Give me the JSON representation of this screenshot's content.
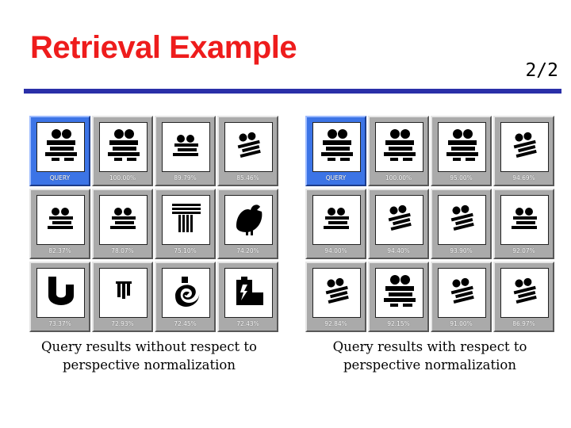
{
  "slide": {
    "title": "Retrieval Example",
    "page_number": "2/2",
    "rule_color": "#2a2fa8",
    "title_color": "#ee1c1c"
  },
  "panels": [
    {
      "id": "without",
      "caption": "Query results without respect to perspective normalization",
      "cells": [
        {
          "label": "QUERY",
          "icon": "people-group-icon",
          "is_query": true
        },
        {
          "label": "100.00%",
          "icon": "people-group-icon"
        },
        {
          "label": "89.79%",
          "icon": "people-small-icon"
        },
        {
          "label": "85.46%",
          "icon": "people-tilted-icon"
        },
        {
          "label": "82.37%",
          "icon": "people-small-icon"
        },
        {
          "label": "78.07%",
          "icon": "people-small-icon"
        },
        {
          "label": "75.10%",
          "icon": "striped-letter-icon"
        },
        {
          "label": "74.20%",
          "icon": "rooster-icon"
        },
        {
          "label": "73.37%",
          "icon": "curved-pipe-icon"
        },
        {
          "label": "72.93%",
          "icon": "small-figure-icon"
        },
        {
          "label": "72.45%",
          "icon": "swirl-icon"
        },
        {
          "label": "72.43%",
          "icon": "battery-icon"
        }
      ]
    },
    {
      "id": "with",
      "caption": "Query results with respect to perspective normalization",
      "cells": [
        {
          "label": "QUERY",
          "icon": "people-group-icon",
          "is_query": true
        },
        {
          "label": "100.00%",
          "icon": "people-group-icon"
        },
        {
          "label": "95.00%",
          "icon": "people-group-icon"
        },
        {
          "label": "94.69%",
          "icon": "people-tilted-icon"
        },
        {
          "label": "94.00%",
          "icon": "people-small-icon"
        },
        {
          "label": "94.40%",
          "icon": "people-tilted-icon"
        },
        {
          "label": "93.90%",
          "icon": "people-tilted-icon"
        },
        {
          "label": "92.07%",
          "icon": "people-small-icon"
        },
        {
          "label": "92.84%",
          "icon": "people-tilted-icon"
        },
        {
          "label": "92.15%",
          "icon": "people-group-icon"
        },
        {
          "label": "91.00%",
          "icon": "people-tilted-icon"
        },
        {
          "label": "86.97%",
          "icon": "people-tilted-icon"
        }
      ]
    }
  ]
}
